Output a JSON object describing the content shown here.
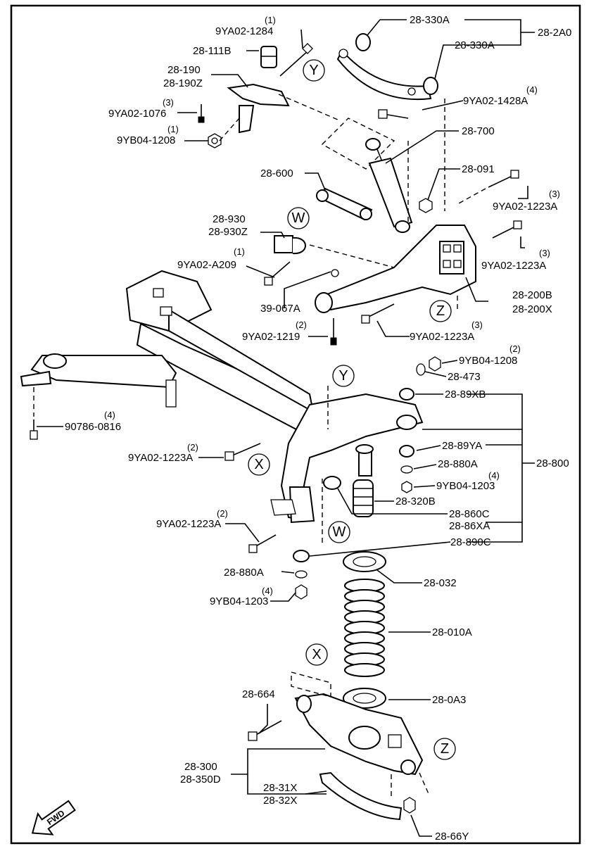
{
  "labels": {
    "l_9ya02_1284": "9YA02-1284",
    "q_9ya02_1284": "(1)",
    "l_28_111b": "28-111B",
    "l_28_190": "28-190",
    "l_28_190z": "28-190Z",
    "l_9ya02_1076": "9YA02-1076",
    "q_9ya02_1076": "(3)",
    "l_9yb04_1208_top": "9YB04-1208",
    "q_9yb04_1208_top": "(1)",
    "l_28_330a_1": "28-330A",
    "l_28_330a_2": "28-330A",
    "l_28_2a0": "28-2A0",
    "l_9ya02_1428a": "9YA02-1428A",
    "q_9ya02_1428a": "(4)",
    "l_28_700": "28-700",
    "l_28_600": "28-600",
    "l_28_091": "28-091",
    "l_9ya02_1223a_r1": "9YA02-1223A",
    "q_9ya02_1223a_r1": "(3)",
    "l_9ya02_1223a_r2": "9YA02-1223A",
    "q_9ya02_1223a_r2": "(3)",
    "l_28_930": "28-930",
    "l_28_930z": "28-930Z",
    "l_9ya02_a209": "9YA02-A209",
    "q_9ya02_a209": "(1)",
    "l_39_067a": "39-067A",
    "l_28_200b": "28-200B",
    "l_28_200x": "28-200X",
    "l_9ya02_1219": "9YA02-1219",
    "q_9ya02_1219": "(2)",
    "l_9ya02_1223a_mid": "9YA02-1223A",
    "q_9ya02_1223a_mid": "(3)",
    "l_9yb04_1208_mid": "9YB04-1208",
    "q_9yb04_1208_mid": "(2)",
    "l_28_473": "28-473",
    "l_28_89xb": "28-89XB",
    "l_90786_0816": "90786-0816",
    "q_90786_0816": "(4)",
    "l_9ya02_1223a_left": "9YA02-1223A",
    "q_9ya02_1223a_left": "(2)",
    "l_28_89ya": "28-89YA",
    "l_28_880a_r": "28-880A",
    "l_28_800": "28-800",
    "l_9yb04_1203_r": "9YB04-1203",
    "q_9yb04_1203_r": "(4)",
    "l_28_320b": "28-320B",
    "l_28_860c": "28-860C",
    "l_28_86xa": "28-86XA",
    "l_9ya02_1223a_low": "9YA02-1223A",
    "q_9ya02_1223a_low": "(2)",
    "l_28_890c": "28-890C",
    "l_28_880a_l": "28-880A",
    "l_28_032": "28-032",
    "l_9yb04_1203_l": "9YB04-1203",
    "q_9yb04_1203_l": "(4)",
    "l_28_010a": "28-010A",
    "l_28_664": "28-664",
    "l_28_0a3": "28-0A3",
    "l_28_300": "28-300",
    "l_28_350d": "28-350D",
    "l_28_31x": "28-31X",
    "l_28_32x": "28-32X",
    "l_28_66y": "28-66Y",
    "fwd": "FWD"
  },
  "callouts": {
    "y_top": "Y",
    "w_top": "W",
    "z_top": "Z",
    "y_mid": "Y",
    "x_mid": "X",
    "w_mid": "W",
    "x_low": "X",
    "z_low": "Z"
  }
}
